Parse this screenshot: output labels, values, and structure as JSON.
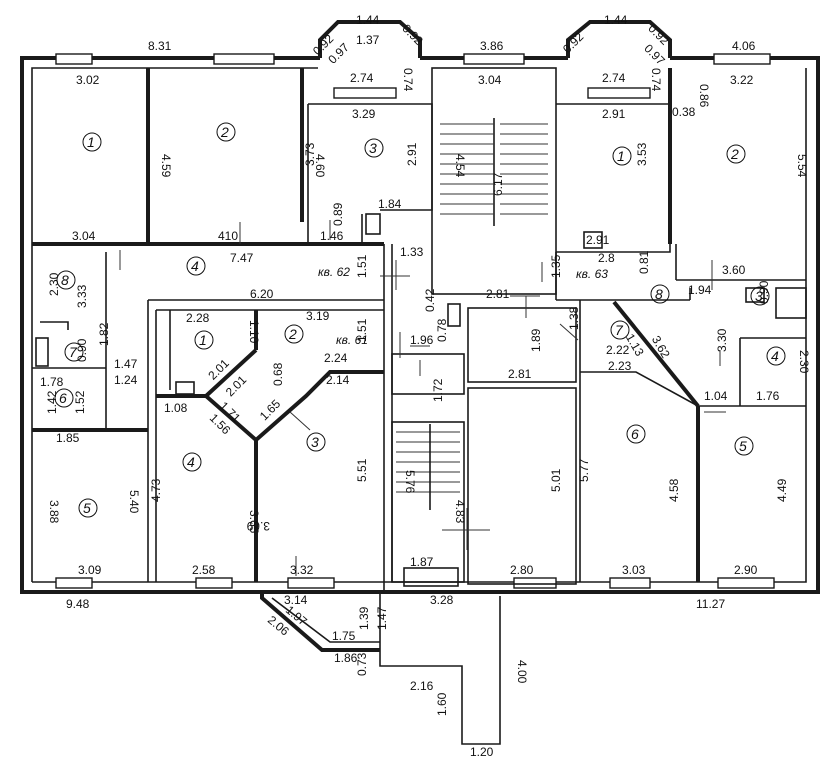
{
  "apartments": [
    {
      "label": "кв. 62"
    },
    {
      "label": "кв. 61"
    },
    {
      "label": "кв. 63"
    }
  ],
  "rooms": [
    "1",
    "2",
    "3",
    "4",
    "5",
    "6",
    "7",
    "8",
    "1",
    "2",
    "3",
    "4",
    "1",
    "2",
    "3",
    "4",
    "5",
    "6",
    "7",
    "8"
  ],
  "dims": [
    "8.31",
    "1.44",
    "0.92",
    "0.97",
    "1.37",
    "0.92",
    "0.74",
    "3.86",
    "0.92",
    "1.44",
    "0.92",
    "0.97",
    "0.74",
    "4.06",
    "3.02",
    "2.74",
    "3.29",
    "3.04",
    "2.74",
    "2.91",
    "3.22",
    "0.86",
    "0.38",
    "4.59",
    "4.60",
    "3.73",
    "2.91",
    "4.54",
    "6.17",
    "3.53",
    "5.54",
    "1.84",
    "0.89",
    "3.04",
    "410",
    "1.46",
    "7.47",
    "1.33",
    "2.91",
    "2.8",
    "0.81",
    "2.30",
    "3.33",
    "1.51",
    "1.35",
    "3.60",
    "1.94",
    "0.90",
    "6.20",
    "2.81",
    "0.42",
    "0.78",
    "1.38",
    "1.82",
    "2.28",
    "1.10",
    "3.19",
    "1.51",
    "0.90",
    "1.96",
    "1.89",
    "2.22",
    "1.13",
    "3.62",
    "3.30",
    "2.30",
    "1.47",
    "1.24",
    "2.01",
    "2.24",
    "2.23",
    "1.78",
    "1.42",
    "1.52",
    "2.01",
    "0.68",
    "2.14",
    "1.08",
    "1.71",
    "1.65",
    "1.56",
    "1.72",
    "2.81",
    "1.04",
    "1.76",
    "1.85",
    "5.40",
    "4.73",
    "3.65",
    "3.69",
    "5.51",
    "5.76",
    "5.01",
    "5.77",
    "4.58",
    "4.49",
    "3.88",
    "4.83",
    "3.09",
    "2.58",
    "3.32",
    "1.87",
    "2.80",
    "3.03",
    "2.90",
    "9.48",
    "3.14",
    "3.28",
    "11.27",
    "1.97",
    "2.06",
    "1.75",
    "1.39",
    "1.47",
    "1.86",
    "0.73",
    "4.00",
    "2.16",
    "1.60",
    "1.20"
  ]
}
